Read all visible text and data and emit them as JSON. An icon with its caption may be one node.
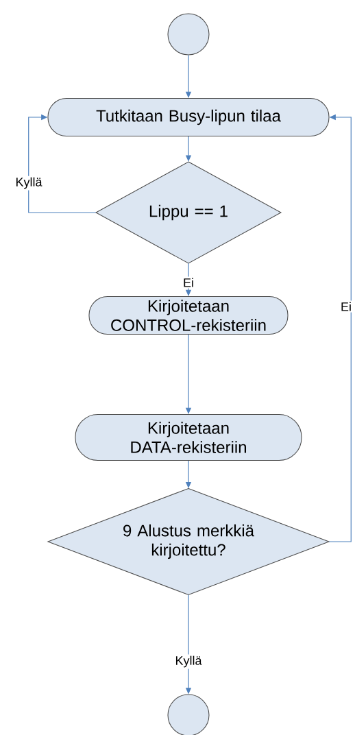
{
  "diagram": {
    "nodes": [
      {
        "text": [],
        "shape": "circle"
      },
      {
        "text": [
          "Tutkitaan Busy-lipun tilaa"
        ]
      },
      {
        "text": [
          "Lippu == 1"
        ]
      },
      {
        "text": [
          "Kirjoitetaan CONTROL-rekisteriin"
        ]
      },
      {
        "text": [
          "Kirjoitetaan DATA-rekisteriin"
        ]
      },
      {
        "text": [
          "9 Alustus merkkiä kirjoitettu?"
        ]
      },
      {
        "text": [],
        "shape": "circle"
      }
    ],
    "edges": [
      {
        "from": 0,
        "to": 1,
        "arrow": "to"
      },
      {
        "from": 1,
        "to": 2,
        "arrow": "to"
      },
      {
        "from": 2,
        "to": 1,
        "arrow": "to",
        "label": "Kyllä"
      },
      {
        "from": 2,
        "to": 3,
        "arrow": "to",
        "label": "Ei"
      },
      {
        "from": 3,
        "to": 4,
        "arrow": "to"
      },
      {
        "from": 4,
        "to": 5,
        "arrow": "to"
      },
      {
        "from": 5,
        "to": 1,
        "arrow": "to",
        "label": "Ei"
      },
      {
        "from": 5,
        "to": 6,
        "arrow": "to",
        "label": "Kyllä"
      }
    ]
  }
}
